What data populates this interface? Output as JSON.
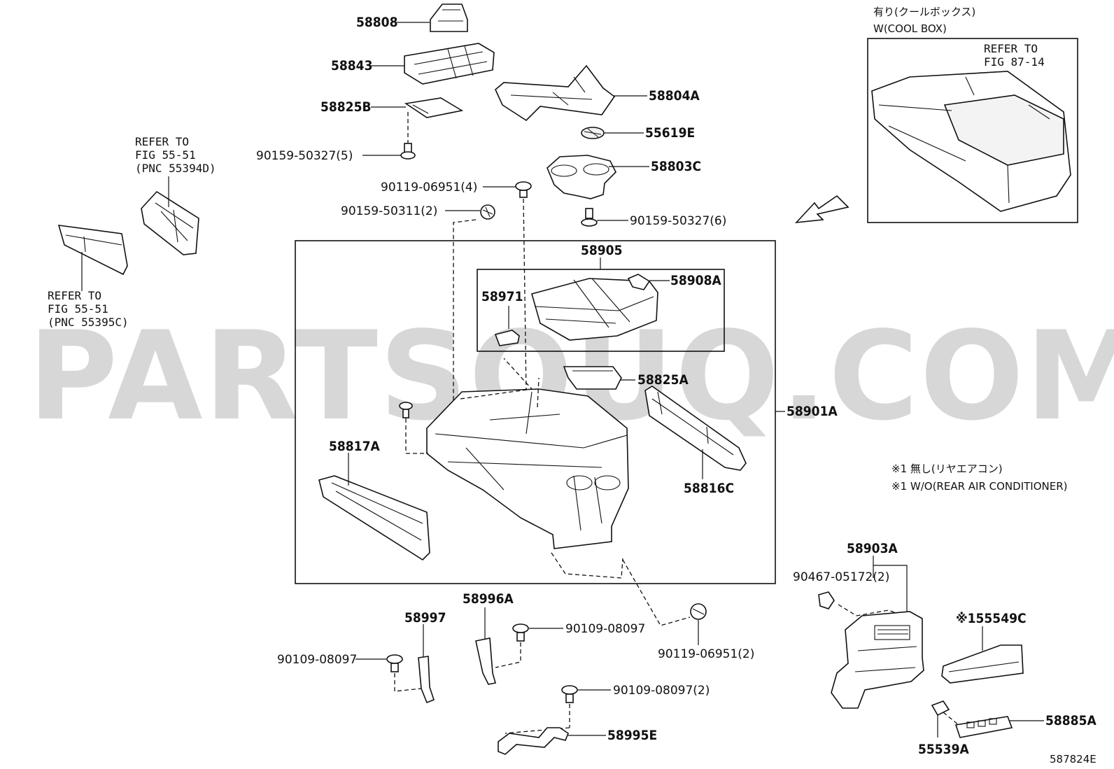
{
  "watermark": "PARTSOUQ.COM",
  "diagram_code": "587824E",
  "labels": {
    "p58808": "58808",
    "p58843": "58843",
    "p58825B": "58825B",
    "p90159_50327_5": "90159-50327(5)",
    "p58804A": "58804A",
    "p55619E": "55619E",
    "p58803C": "58803C",
    "p90119_06951_4": "90119-06951(4)",
    "p90159_50311_2": "90159-50311(2)",
    "p90159_50327_6": "90159-50327(6)",
    "p58905": "58905",
    "p58971": "58971",
    "p58908A": "58908A",
    "p58825A": "58825A",
    "p58901A": "58901A",
    "p58817A": "58817A",
    "p58816C": "58816C",
    "p58996A": "58996A",
    "p58997": "58997",
    "p90109_08097_a": "90109-08097",
    "p90109_08097_b": "90109-08097",
    "p90109_08097_2": "90109-08097(2)",
    "p90119_06951_2": "90119-06951(2)",
    "p58995E": "58995E",
    "p58903A": "58903A",
    "p90467_05172_2": "90467-05172(2)",
    "p55549C": "※155549C",
    "p58885A": "58885A",
    "p55539A": "55539A"
  },
  "refs": {
    "left_upper": {
      "line1": "REFER TO",
      "line2": "FIG 55-51",
      "line3": "(PNC 55394D)"
    },
    "left_lower": {
      "line1": "REFER TO",
      "line2": "FIG 55-51",
      "line3": "(PNC 55395C)"
    },
    "cool_box": {
      "jp": "有り(クールボックス)",
      "en": "W(COOL BOX)",
      "line1": "REFER TO",
      "line2": "FIG 87-14"
    }
  },
  "notes": {
    "jp": "※1 無し(リヤエアコン)",
    "en": "※1 W/O(REAR AIR CONDITIONER)"
  }
}
